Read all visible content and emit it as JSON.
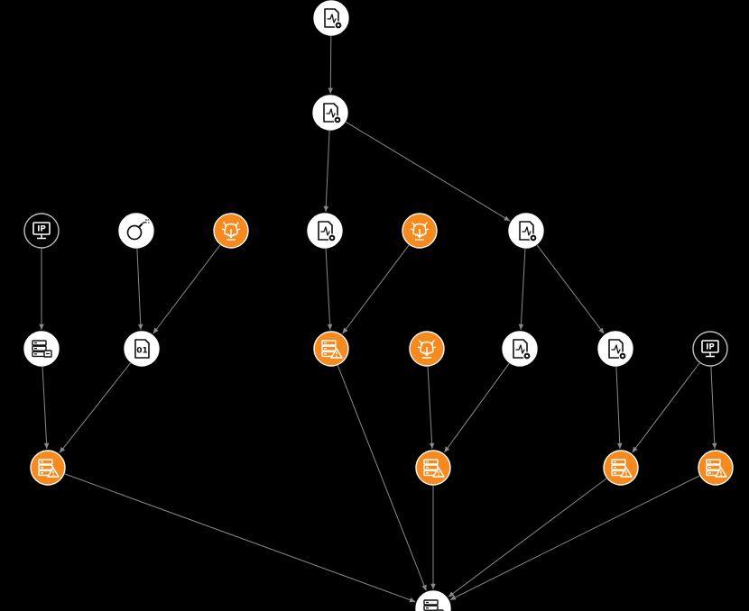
{
  "colors": {
    "background": "#000000",
    "edge": "#8a8a8a",
    "node_white": "#ffffff",
    "node_orange": "#f68a1e",
    "node_outline_stroke": "#bfbfbf",
    "glyph_dark": "#111111"
  },
  "labels": {
    "ip": "IP",
    "binary": "01"
  },
  "nodes": [
    {
      "id": "n1",
      "icon": "process-file-icon",
      "style": "white"
    },
    {
      "id": "n2",
      "icon": "process-file-icon",
      "style": "white"
    },
    {
      "id": "n3",
      "icon": "ip-monitor-icon",
      "style": "outline"
    },
    {
      "id": "n4",
      "icon": "bomb-icon",
      "style": "white"
    },
    {
      "id": "n5",
      "icon": "malware-bug-icon",
      "style": "orange"
    },
    {
      "id": "n6",
      "icon": "process-file-icon",
      "style": "white"
    },
    {
      "id": "n7",
      "icon": "malware-bug-icon",
      "style": "orange"
    },
    {
      "id": "n8",
      "icon": "process-file-icon",
      "style": "white"
    },
    {
      "id": "n9",
      "icon": "server-icon",
      "style": "white"
    },
    {
      "id": "n10",
      "icon": "binary-file-icon",
      "style": "white"
    },
    {
      "id": "n11",
      "icon": "server-alert-icon",
      "style": "orange"
    },
    {
      "id": "n12",
      "icon": "malware-bug-icon",
      "style": "orange"
    },
    {
      "id": "n13",
      "icon": "process-file-icon",
      "style": "white"
    },
    {
      "id": "n14",
      "icon": "process-file-icon",
      "style": "white"
    },
    {
      "id": "n15",
      "icon": "ip-monitor-icon",
      "style": "outline"
    },
    {
      "id": "n16",
      "icon": "server-alert-icon",
      "style": "orange"
    },
    {
      "id": "n17",
      "icon": "server-alert-icon",
      "style": "orange"
    },
    {
      "id": "n18",
      "icon": "server-alert-icon",
      "style": "orange"
    },
    {
      "id": "n19",
      "icon": "server-alert-icon",
      "style": "orange"
    },
    {
      "id": "n20",
      "icon": "server-icon",
      "style": "white"
    }
  ],
  "edges": [
    [
      "n1",
      "n2"
    ],
    [
      "n2",
      "n6"
    ],
    [
      "n2",
      "n8"
    ],
    [
      "n3",
      "n9"
    ],
    [
      "n4",
      "n10"
    ],
    [
      "n5",
      "n10"
    ],
    [
      "n6",
      "n11"
    ],
    [
      "n7",
      "n11"
    ],
    [
      "n8",
      "n13"
    ],
    [
      "n8",
      "n14"
    ],
    [
      "n9",
      "n16"
    ],
    [
      "n10",
      "n16"
    ],
    [
      "n12",
      "n17"
    ],
    [
      "n13",
      "n17"
    ],
    [
      "n14",
      "n18"
    ],
    [
      "n15",
      "n18"
    ],
    [
      "n15",
      "n19"
    ],
    [
      "n11",
      "n20"
    ],
    [
      "n17",
      "n20"
    ],
    [
      "n16",
      "n20"
    ],
    [
      "n18",
      "n20"
    ],
    [
      "n19",
      "n20"
    ]
  ]
}
